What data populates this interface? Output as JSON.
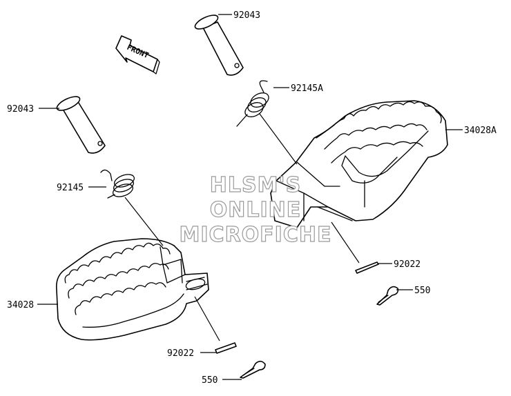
{
  "diagram": {
    "labels": {
      "pin_top": "92043",
      "spring_right": "92145A",
      "pin_left": "92043",
      "footpeg_right": "34028A",
      "spring_left": "92145",
      "washer_right": "92022",
      "cotter_right": "550",
      "footpeg_left": "34028",
      "washer_left": "92022",
      "cotter_left": "550"
    },
    "front_arrow": "FRONT",
    "watermark": [
      "HLSM'S",
      "ONLINE",
      "MICROFICHE"
    ]
  }
}
